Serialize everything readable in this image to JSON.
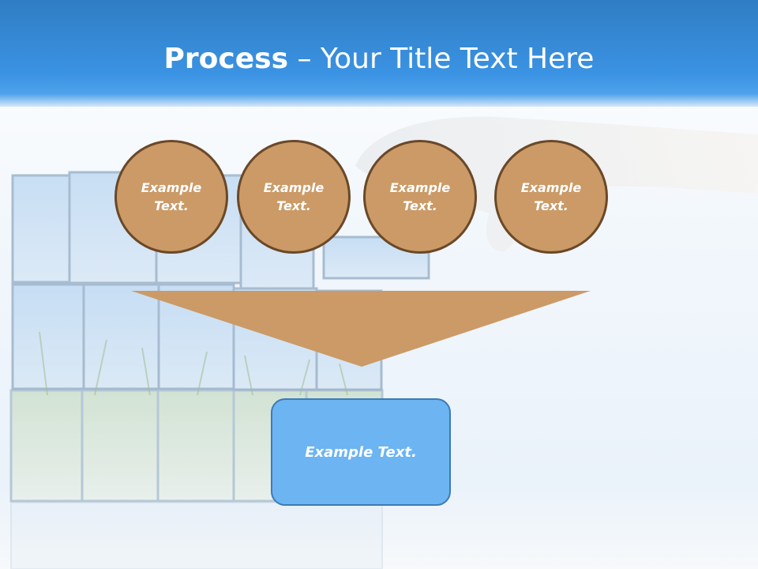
{
  "slide": {
    "title_bold": "Process",
    "title_rest": " – Your Title Text Here"
  },
  "circles": [
    {
      "label": "Example Text."
    },
    {
      "label": "Example Text."
    },
    {
      "label": "Example Text."
    },
    {
      "label": "Example Text."
    }
  ],
  "result_box": {
    "label": "Example Text."
  },
  "colors": {
    "header_blue": "#3b93e3",
    "circle_fill": "#cb9a66",
    "circle_border": "#6a4828",
    "box_fill": "#6cb4f2"
  }
}
